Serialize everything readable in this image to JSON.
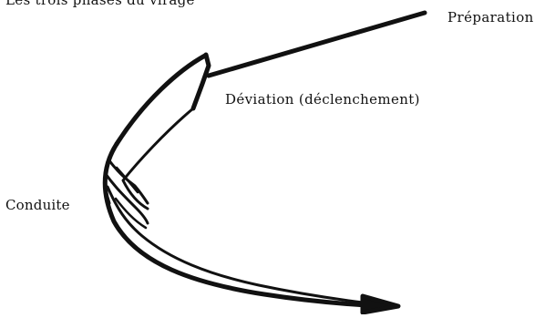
{
  "diagram": {
    "title": "Les trois phases du virage",
    "labels": {
      "preparation": "Préparation",
      "deviation": "Déviation (déclenchement)",
      "conduite": "Conduite"
    }
  }
}
